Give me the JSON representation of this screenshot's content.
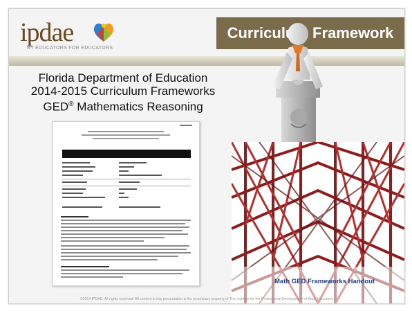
{
  "header": {
    "logo_text": "ipdae",
    "logo_tagline": "BY EDUCATORS FOR EDUCATORS",
    "title": "Curriculum Framework",
    "bar_color": "#7a6b4b",
    "logo_color": "#6b4a22"
  },
  "subtitle": {
    "line1": "Florida Department of Education",
    "line2": "2014-2015 Curriculum Frameworks",
    "line3_prefix": "GED",
    "line3_sup": "®",
    "line3_suffix": " Mathematics Reasoning"
  },
  "handout_label": "Math GED Frameworks Handout",
  "footer": "©2014 IPDAE. All rights reserved. All content in this presentation is the proprietary property of The Institute for the Professional Development of Adult Educators",
  "icons": {
    "logo": "heart-puzzle-icon",
    "figure": "person-placing-puzzle-piece-icon",
    "photo": "steel-tower-photo"
  }
}
